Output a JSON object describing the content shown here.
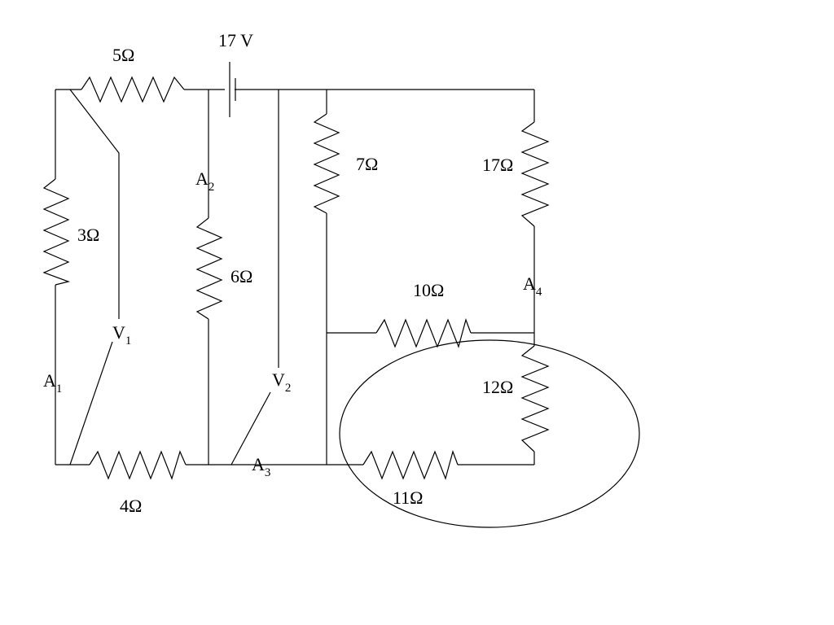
{
  "battery": {
    "label": "17 V"
  },
  "resistors": {
    "r_top": "5Ω",
    "r_left": "3Ω",
    "r_mid": "6Ω",
    "r_7": "7Ω",
    "r_17": "17Ω",
    "r_10": "10Ω",
    "r_12": "12Ω",
    "r_11": "11Ω",
    "r_bottom": "4Ω"
  },
  "meters": {
    "a1": {
      "letter": "A",
      "index": "1"
    },
    "a2": {
      "letter": "A",
      "index": "2"
    },
    "a3": {
      "letter": "A",
      "index": "3"
    },
    "a4": {
      "letter": "A",
      "index": "4"
    },
    "v1": {
      "letter": "V",
      "index": "1"
    },
    "v2": {
      "letter": "V",
      "index": "2"
    }
  }
}
